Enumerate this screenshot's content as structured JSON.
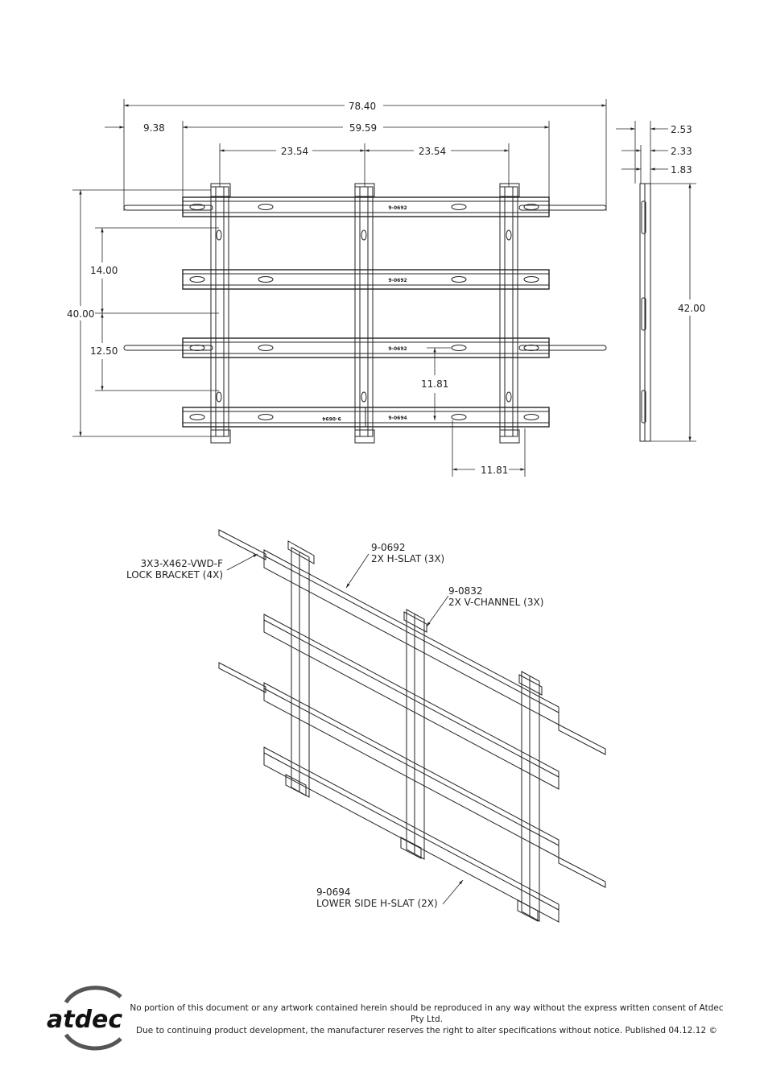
{
  "front_view": {
    "dims": {
      "overall_width": "78.40",
      "side_offset": "9.38",
      "frame_width": "59.59",
      "left_spacing": "23.54",
      "right_spacing": "23.54",
      "total_height": "40.00",
      "upper_spacing": "14.00",
      "lower_spacing": "12.50",
      "slat_offset": "11.81",
      "channel_offset": "11.81"
    },
    "slat_marks": [
      "9-0692",
      "9-0692",
      "9-0692",
      "9-0694"
    ],
    "slat_marks_mirrored": "9-0694"
  },
  "side_view": {
    "dims": {
      "depth_a": "2.53",
      "depth_b": "2.33",
      "depth_c": "1.83",
      "height": "42.00"
    }
  },
  "iso_view": {
    "callouts": {
      "h_slat_part": "9-0692",
      "h_slat_desc": "2X H-SLAT (3X)",
      "v_channel_part": "9-0832",
      "v_channel_desc": "2X V-CHANNEL (3X)",
      "lock_part": "3X3-X462-VWD-F",
      "lock_desc": "LOCK BRACKET (4X)",
      "lower_part": "9-0694",
      "lower_desc": "LOWER SIDE H-SLAT (2X)"
    }
  },
  "footer": {
    "brand": "atdec",
    "line1": "No portion of this document or any artwork contained herein should be reproduced in any way without the express written consent of Atdec Pty Ltd.",
    "line2": "Due to continuing product development, the manufacturer reserves the right to alter specifications without notice. Published 04.12.12 ©"
  }
}
